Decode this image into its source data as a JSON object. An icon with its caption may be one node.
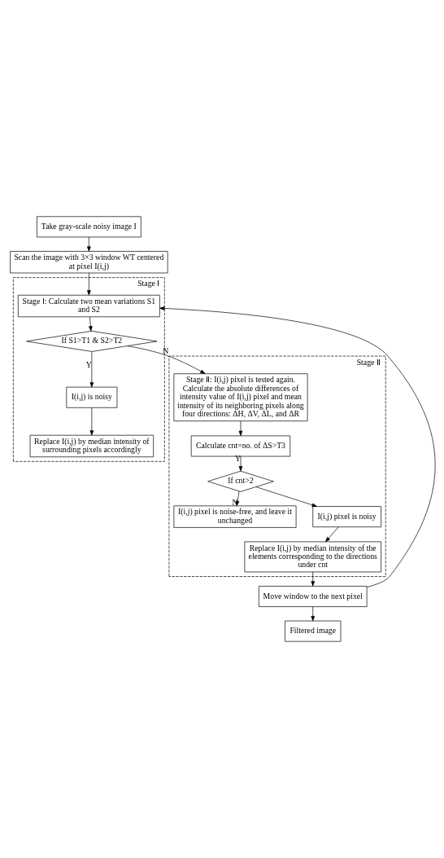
{
  "diagram": {
    "nodes": [
      {
        "text": [
          "Take gray-scale noisy image I"
        ]
      },
      {
        "text": [
          "Scan the image with 3×3 window WT centered at pixel I(i,j)"
        ]
      },
      {
        "text": [
          "Stage Ⅰ"
        ]
      },
      {
        "text": [
          "Stage Ⅰ: Calculate two mean variations S1 and S2"
        ],
        "in": 2
      },
      {
        "text": [
          "If S1>T1 & S2>T2"
        ],
        "in": 2
      },
      {
        "text": [
          "I(i,j) is noisy"
        ],
        "in": 2
      },
      {
        "text": [
          "Replace I(i,j) by median intensity of surrounding pixels accordingly"
        ],
        "in": 2
      },
      {
        "text": [
          "Stage Ⅱ"
        ]
      },
      {
        "text": [
          "Stage Ⅱ: I(i,j) pixel is tested again. Calculate the absolute differences of intensity value of I(i,j) pixel and mean intensity of its neighboring pixels along four directions: ΔH, ΔV, ΔL, and ΔR"
        ],
        "in": 7
      },
      {
        "text": [
          "Calculate cnt=no. of ΔS>T3"
        ],
        "in": 7
      },
      {
        "text": [
          "If cnt>2"
        ],
        "in": 7
      },
      {
        "text": [
          "I(i,j) pixel is noise-free, and leave it unchanged"
        ],
        "in": 7
      },
      {
        "text": [
          "I(i,j) pixel is noisy"
        ],
        "in": 7
      },
      {
        "text": [
          "Replace I(i,j) by median intensity of the elements corresponding to the directions under cnt"
        ],
        "in": 7
      },
      {
        "text": [
          "Move window to the next pixel"
        ]
      },
      {
        "text": [
          "Filtered image"
        ]
      }
    ],
    "edges": [
      {
        "from": 0,
        "to": 1,
        "arrow": "to"
      },
      {
        "from": 1,
        "to": 3,
        "arrow": "to"
      },
      {
        "from": 14,
        "to": 3,
        "arrow": "to"
      },
      {
        "from": 3,
        "to": 4,
        "arrow": "to"
      },
      {
        "from": 4,
        "to": 5,
        "arrow": "to",
        "label": "Y"
      },
      {
        "from": 5,
        "to": 6,
        "arrow": "to"
      },
      {
        "from": 4,
        "to": 8,
        "arrow": "to",
        "label": "N"
      },
      {
        "from": 8,
        "to": 9,
        "arrow": "to"
      },
      {
        "from": 9,
        "to": 10,
        "arrow": "to",
        "label": "Y"
      },
      {
        "from": 10,
        "to": 11,
        "arrow": "to",
        "label": "N"
      },
      {
        "from": 10,
        "to": 12,
        "arrow": "to"
      },
      {
        "from": 12,
        "to": 13,
        "arrow": "to"
      },
      {
        "from": 13,
        "to": 14,
        "arrow": "to"
      },
      {
        "from": 14,
        "to": 15,
        "arrow": "to"
      }
    ]
  }
}
